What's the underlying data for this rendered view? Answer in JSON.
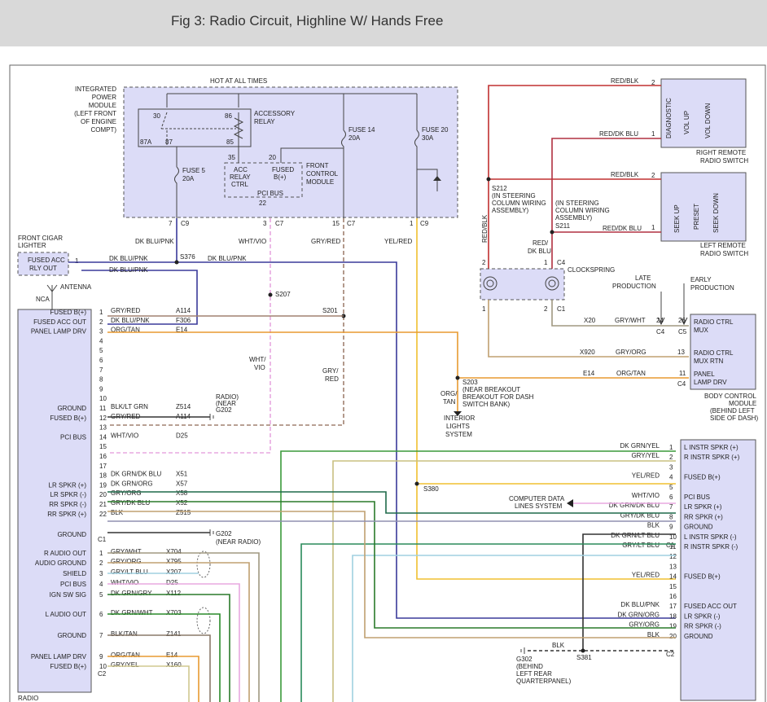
{
  "title": "Fig 3: Radio Circuit, Highline W/ Hands Free",
  "colors": {
    "dk_blu_pnk": "#3a3a9a",
    "wht_vio": "#e8a8e0",
    "gry_red": "#a08070",
    "yel_red": "#f0c030",
    "red_blk": "#c03030",
    "red_dk_blu": "#b03040",
    "gry_wht": "#a09880",
    "gry_org": "#c0a070",
    "org_tan": "#e89a30",
    "dk_grn_yel": "#3a9a3a",
    "gry_yel": "#c8c080",
    "dk_grn_org": "#2a7a2a",
    "dk_grn_dk_blu": "#1f6a4a",
    "gry_dk_blu": "#9090b0",
    "blk": "#333333",
    "dk_grn_lt_blu": "#2a8a5a",
    "gry_lt_blu": "#a0d0e0",
    "dk_grn_wht": "#2a8a2a",
    "blk_tan": "#8a7a6a",
    "gry_yel2": "#d0c890"
  },
  "ipm": {
    "label": [
      "INTEGRATED",
      "POWER",
      "MODULE",
      "(LEFT FRONT",
      "OF ENGINE",
      "COMPT)"
    ],
    "hot": "HOT AT ALL TIMES",
    "relay_label": [
      "ACCESSORY",
      "RELAY"
    ],
    "pins": [
      "30",
      "86",
      "87A",
      "87",
      "85",
      "35",
      "20",
      "22"
    ],
    "fuse5": [
      "FUSE 5",
      "20A"
    ],
    "fuse14": [
      "FUSE 14",
      "20A"
    ],
    "fuse20": [
      "FUSE 20",
      "30A"
    ],
    "acc_relay_ctrl": [
      "ACC",
      "RELAY",
      "CTRL"
    ],
    "fused_b": [
      "FUSED",
      "B(+)"
    ],
    "pci_bus": "PCI BUS",
    "fcm": [
      "FRONT",
      "CONTROL",
      "MODULE"
    ],
    "conn_pins": [
      "7",
      "3",
      "15",
      "1"
    ],
    "conn_names": [
      "C9",
      "C7",
      "C7",
      "C9"
    ]
  },
  "wires_top": {
    "dk_blu_pnk": "DK BLU/PNK",
    "wht_vio": "WHT/VIO",
    "gry_red": "GRY/RED",
    "yel_red": "YEL/RED",
    "s376": "S376",
    "s207": "S207",
    "s201": "S201",
    "s380": "S380",
    "wht_vio_v": [
      "WHT/",
      "VIO"
    ],
    "gry_red_v": [
      "GRY/",
      "RED"
    ]
  },
  "cigar": {
    "label": [
      "FRONT CIGAR",
      "LIGHTER"
    ],
    "box": [
      "FUSED ACC",
      "RLY OUT"
    ],
    "pin": "1"
  },
  "antenna": {
    "label": "ANTENNA",
    "nca": "NCA"
  },
  "radio": {
    "label": "RADIO",
    "pins_c1": [
      {
        "n": "1",
        "name": "FUSED B(+)",
        "color": "GRY/RED",
        "ckt": "A114"
      },
      {
        "n": "2",
        "name": "FUSED ACC OUT",
        "color": "DK BLU/PNK",
        "ckt": "F306"
      },
      {
        "n": "3",
        "name": "PANEL LAMP DRV",
        "color": "ORG/TAN",
        "ckt": "E14"
      },
      {
        "n": "4",
        "name": "",
        "color": "",
        "ckt": ""
      },
      {
        "n": "5",
        "name": "",
        "color": "",
        "ckt": ""
      },
      {
        "n": "6",
        "name": "",
        "color": "",
        "ckt": ""
      },
      {
        "n": "7",
        "name": "",
        "color": "",
        "ckt": ""
      },
      {
        "n": "8",
        "name": "",
        "color": "",
        "ckt": ""
      },
      {
        "n": "9",
        "name": "",
        "color": "",
        "ckt": ""
      },
      {
        "n": "10",
        "name": "",
        "color": "",
        "ckt": ""
      },
      {
        "n": "11",
        "name": "GROUND",
        "color": "BLK/LT GRN",
        "ckt": "Z514"
      },
      {
        "n": "12",
        "name": "FUSED B(+)",
        "color": "GRY/RED",
        "ckt": "A114"
      },
      {
        "n": "13",
        "name": "",
        "color": "",
        "ckt": ""
      },
      {
        "n": "14",
        "name": "PCI BUS",
        "color": "WHT/VIO",
        "ckt": "D25"
      },
      {
        "n": "15",
        "name": "",
        "color": "",
        "ckt": ""
      },
      {
        "n": "16",
        "name": "",
        "color": "",
        "ckt": ""
      },
      {
        "n": "17",
        "name": "",
        "color": "",
        "ckt": ""
      },
      {
        "n": "18",
        "name": "",
        "color": "DK GRN/DK BLU",
        "ckt": "X51"
      },
      {
        "n": "19",
        "name": "LR SPKR (+)",
        "color": "DK GRN/ORG",
        "ckt": "X57"
      },
      {
        "n": "20",
        "name": "LR SPKR (-)",
        "color": "GRY/ORG",
        "ckt": "X58"
      },
      {
        "n": "21",
        "name": "RR SPKR (-)",
        "color": "GRY/DK BLU",
        "ckt": "X52"
      },
      {
        "n": "22",
        "name": "RR SPKR (+)",
        "color": "BLK",
        "ckt": "Z515"
      }
    ],
    "ground_c1": "GROUND",
    "c1": "C1",
    "g202a": "G202",
    "near_radio_a": [
      "(NEAR",
      "RADIO)"
    ],
    "g202b": "G202",
    "near_radio_b": "(NEAR RADIO)",
    "pins_c2": [
      {
        "n": "1",
        "name": "R AUDIO OUT",
        "color": "GRY/WHT",
        "ckt": "X704"
      },
      {
        "n": "2",
        "name": "AUDIO GROUND",
        "color": "GRY/ORG",
        "ckt": "X795"
      },
      {
        "n": "3",
        "name": "SHIELD",
        "color": "GRY/LT BLU",
        "ckt": "X207"
      },
      {
        "n": "4",
        "name": "PCI BUS",
        "color": "WHT/VIO",
        "ckt": "D25"
      },
      {
        "n": "5",
        "name": "IGN SW SIG",
        "color": "DK GRN/GRY",
        "ckt": "X112"
      },
      {
        "n": "6",
        "name": "L AUDIO OUT",
        "color": "DK GRN/WHT",
        "ckt": "X703"
      },
      {
        "n": "7",
        "name": "GROUND",
        "color": "BLK/TAN",
        "ckt": "Z141"
      },
      {
        "n": "9",
        "name": "PANEL LAMP DRV",
        "color": "ORG/TAN",
        "ckt": "E14"
      },
      {
        "n": "10",
        "name": "FUSED B(+)",
        "color": "GRY/YEL",
        "ckt": "X160"
      }
    ],
    "c2": "C2"
  },
  "steering": {
    "red_blk": "RED/BLK",
    "red_dk_blu": "RED/DK BLU",
    "s212": [
      "S212",
      "(IN STEERING",
      "COLUMN WIRING",
      "ASSEMBLY)"
    ],
    "s211": [
      "(IN STEERING",
      "COLUMN WIRING",
      "ASSEMBLY)",
      "S211"
    ],
    "red_blk_v": "RED/BLK",
    "red_dk_blu_v": [
      "RED/",
      "DK BLU"
    ],
    "pin2": "2",
    "pin1": "1",
    "c4": "C4",
    "c1": "C1"
  },
  "right_switch": {
    "label": [
      "RIGHT REMOTE",
      "RADIO SWITCH"
    ],
    "buttons": [
      "DIAGNOSTIC",
      "VOL UP",
      "VOL DOWN"
    ],
    "pins": [
      "2",
      "1"
    ]
  },
  "left_switch": {
    "label": [
      "LEFT REMOTE",
      "RADIO SWITCH"
    ],
    "buttons": [
      "SEEK UP",
      "PRESET",
      "SEEK DOWN"
    ],
    "pins": [
      "2",
      "1"
    ]
  },
  "clockspring": {
    "label": "CLOCKSPRING",
    "pins": [
      "2",
      "1",
      "1",
      "2"
    ]
  },
  "bcm": {
    "late": [
      "LATE",
      "PRODUCTION"
    ],
    "early": [
      "EARLY",
      "PRODUCTION"
    ],
    "pins": [
      {
        "ckt": "X20",
        "color": "GRY/WHT",
        "late": "24",
        "early": "26",
        "name": [
          "RADIO CTRL",
          "MUX"
        ],
        "conn_l": "C4",
        "conn_r": "C5"
      },
      {
        "ckt": "X920",
        "color": "GRY/ORG",
        "pin": "13",
        "name": [
          "RADIO CTRL",
          "MUX RTN"
        ]
      },
      {
        "ckt": "E14",
        "color": "ORG/TAN",
        "pin": "11",
        "name": [
          "PANEL",
          "LAMP DRV"
        ],
        "conn": "C4"
      }
    ],
    "label": [
      "BODY CONTROL",
      "MODULE",
      "(BEHIND LEFT",
      "SIDE OF DASH)"
    ]
  },
  "s203": {
    "label": [
      "S203",
      "(NEAR BREAKOUT",
      "BREAKOUT FOR DASH",
      "SWITCH BANK)"
    ],
    "org_tan": [
      "ORG/",
      "TAN"
    ],
    "interior": [
      "INTERIOR",
      "LIGHTS",
      "SYSTEM"
    ]
  },
  "amp": {
    "pins": [
      {
        "n": "1",
        "name": "L INSTR SPKR (+)",
        "color": "DK GRN/YEL"
      },
      {
        "n": "2",
        "name": "R INSTR SPKR (+)",
        "color": "GRY/YEL"
      },
      {
        "n": "3",
        "name": "",
        "color": ""
      },
      {
        "n": "4",
        "name": "FUSED B(+)",
        "color": "YEL/RED"
      },
      {
        "n": "5",
        "name": "",
        "color": ""
      },
      {
        "n": "6",
        "name": "PCI BUS",
        "color": "WHT/VIO"
      },
      {
        "n": "7",
        "name": "LR SPKR (+)",
        "color": "DK GRN/DK BLU"
      },
      {
        "n": "8",
        "name": "RR SPKR (+)",
        "color": "GRY/DK BLU"
      },
      {
        "n": "9",
        "name": "GROUND",
        "color": "BLK"
      },
      {
        "n": "10",
        "name": "L INSTR SPKR (-)",
        "color": "DK GRN/LT BLU"
      },
      {
        "n": "11",
        "name": "R INSTR SPKR (-)",
        "color": "GRY/LT BLU"
      },
      {
        "n": "12",
        "name": "",
        "color": ""
      },
      {
        "n": "13",
        "name": "",
        "color": ""
      },
      {
        "n": "14",
        "name": "FUSED B(+)",
        "color": "YEL/RED"
      },
      {
        "n": "15",
        "name": "",
        "color": ""
      },
      {
        "n": "16",
        "name": "",
        "color": ""
      },
      {
        "n": "17",
        "name": "FUSED ACC OUT",
        "color": "DK BLU/PNK"
      },
      {
        "n": "18",
        "name": "LR SPKR (-)",
        "color": "DK GRN/ORG"
      },
      {
        "n": "19",
        "name": "RR SPKR (-)",
        "color": "GRY/ORG"
      },
      {
        "n": "20",
        "name": "GROUND",
        "color": "BLK"
      }
    ],
    "c1": "C1",
    "c2": "C2",
    "computer": [
      "COMPUTER DATA",
      "LINES SYSTEM"
    ],
    "g302": [
      "G302",
      "(BEHIND",
      "LEFT REAR",
      "QUARTERPANEL)"
    ],
    "blk": "BLK",
    "s381": "S381"
  }
}
